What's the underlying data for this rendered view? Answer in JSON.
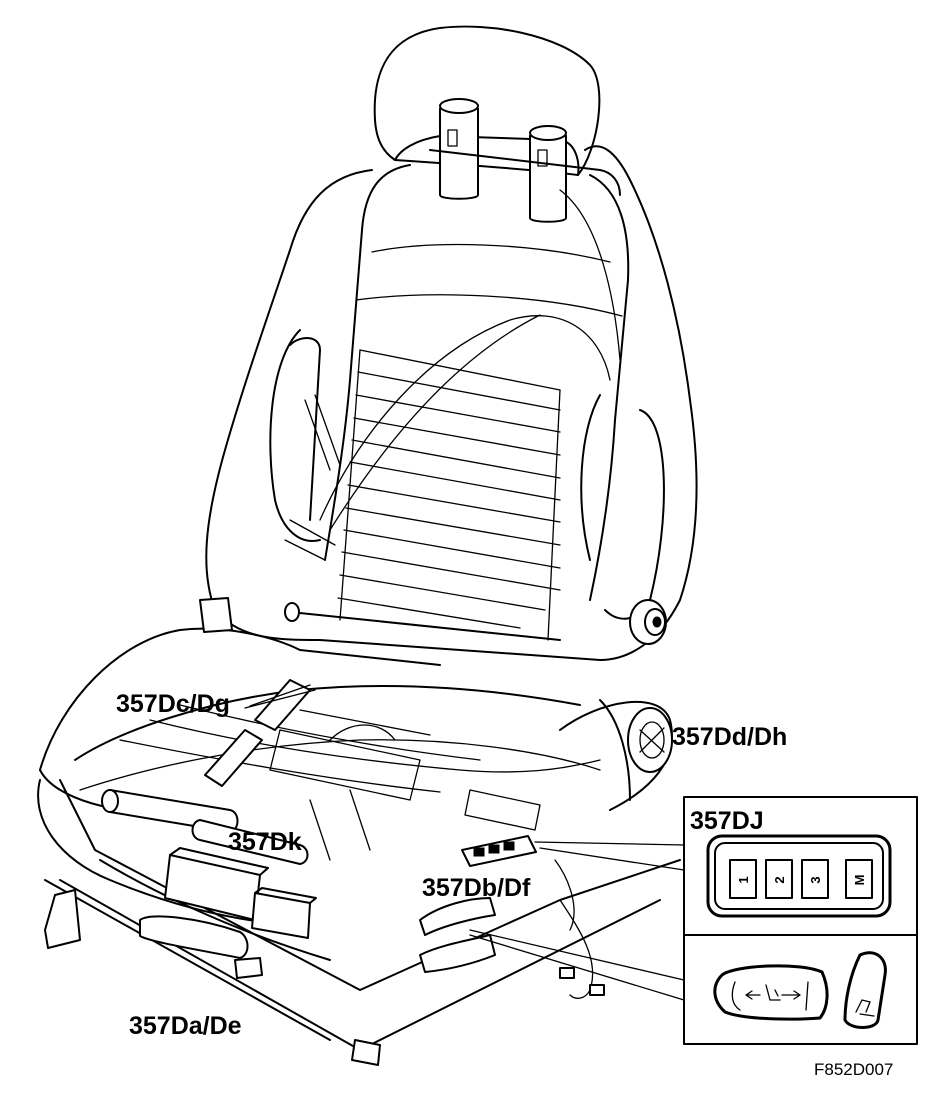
{
  "labels": {
    "dc_dg": "357Dc/Dg",
    "dd_dh": "357Dd/Dh",
    "dj": "357DJ",
    "dk": "357Dk",
    "db_df": "357Db/Df",
    "da_de": "357Da/De"
  },
  "memory_buttons": [
    "1",
    "2",
    "3",
    "M"
  ],
  "figure_id": "F852D007",
  "colors": {
    "line": "#000000",
    "background": "#ffffff"
  }
}
